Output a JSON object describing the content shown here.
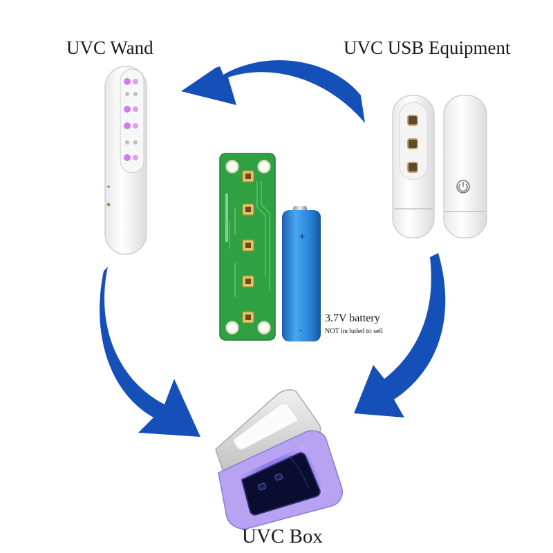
{
  "labels": {
    "wand": "UVC Wand",
    "usb": "UVC USB Equipment",
    "box": "UVC Box",
    "battery": "3.7V battery",
    "battery_note": "NOT included to sell"
  },
  "colors": {
    "arrow": "#1450b8",
    "pcb": "#2fa143",
    "battery": "#2a86d8",
    "uv_glow": "#d678f0",
    "box_light": "#c9b6ff"
  },
  "icons": {
    "power": "power-icon",
    "arrow": "curved-arrow-icon"
  }
}
